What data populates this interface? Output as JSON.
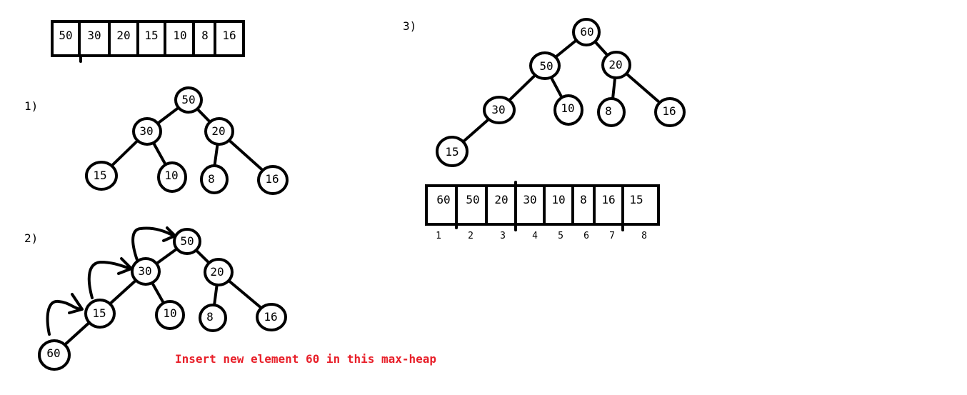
{
  "initial_array": [
    "50",
    "30",
    "20",
    "15",
    "10",
    "8",
    "16"
  ],
  "step1": {
    "label": "1)",
    "nodes": {
      "n50": "50",
      "n30": "30",
      "n20": "20",
      "n15": "15",
      "n10": "10",
      "n8": "8",
      "n16": "16"
    }
  },
  "step2": {
    "label": "2)",
    "nodes": {
      "n50": "50",
      "n30": "30",
      "n20": "20",
      "n15": "15",
      "n10": "10",
      "n8": "8",
      "n16": "16",
      "n60": "60"
    }
  },
  "step3": {
    "label": "3)",
    "nodes": {
      "n60": "60",
      "n50": "50",
      "n20": "20",
      "n30": "30",
      "n10": "10",
      "n8": "8",
      "n16": "16",
      "n15": "15"
    }
  },
  "final_array": [
    "60",
    "50",
    "20",
    "30",
    "10",
    "8",
    "16",
    "15"
  ],
  "final_indices": [
    "1",
    "2",
    "3",
    "4",
    "5",
    "6",
    "7",
    "8"
  ],
  "caption": "Insert new element 60 in this max-heap",
  "colors": {
    "caption": "#e8202a",
    "ink": "#000000"
  }
}
